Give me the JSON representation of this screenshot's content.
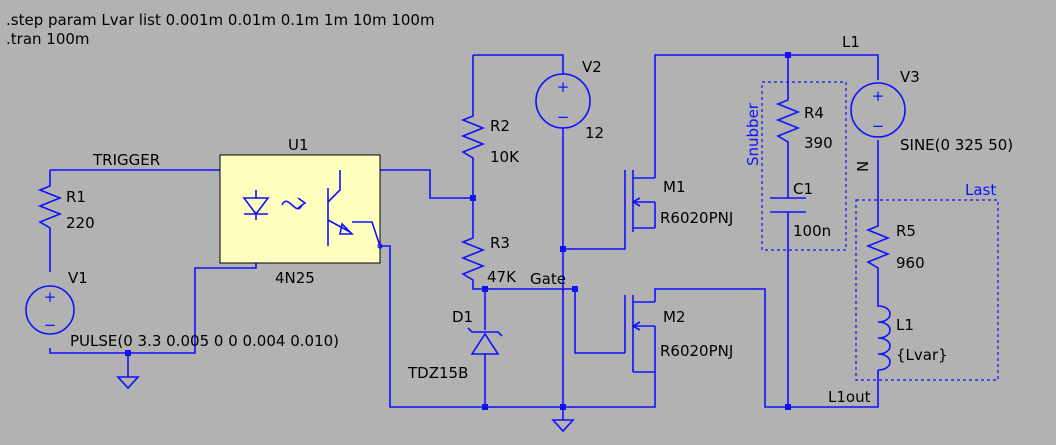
{
  "directives": {
    "step": ".step param Lvar list 0.001m 0.01m 0.1m 1m 10m 100m",
    "tran": ".tran 100m"
  },
  "components": {
    "r1": {
      "name": "R1",
      "value": "220"
    },
    "v1": {
      "name": "V1",
      "value": "PULSE(0 3.3 0.005 0 0 0.004 0.010)"
    },
    "u1": {
      "name": "U1",
      "value": "4N25"
    },
    "r2": {
      "name": "R2",
      "value": "10K"
    },
    "r3": {
      "name": "R3",
      "value": "47K"
    },
    "d1": {
      "name": "D1",
      "value": "TDZ15B"
    },
    "v2": {
      "name": "V2",
      "value": "12"
    },
    "m1": {
      "name": "M1",
      "value": "R6020PNJ"
    },
    "m2": {
      "name": "M2",
      "value": "R6020PNJ"
    },
    "r4": {
      "name": "R4",
      "value": "390"
    },
    "c1": {
      "name": "C1",
      "value": "100n"
    },
    "v3": {
      "name": "V3",
      "value": "SINE(0 325 50)"
    },
    "r5": {
      "name": "R5",
      "value": "960"
    },
    "l1": {
      "name": "L1",
      "value": "{Lvar}"
    }
  },
  "nets": {
    "trigger": "TRIGGER",
    "gate": "Gate",
    "l1_top": "L1",
    "l1out": "L1out",
    "n": "N"
  },
  "groups": {
    "snubber": "Snubber",
    "last": "Last"
  },
  "symbols": {
    "plus": "+",
    "minus": "−"
  }
}
